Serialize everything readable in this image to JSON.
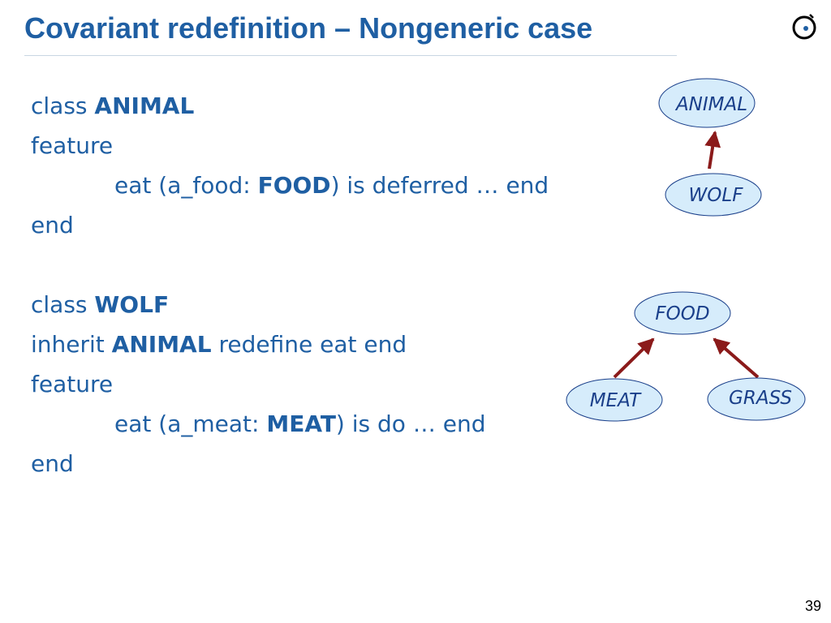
{
  "slide": {
    "title": "Covariant redefinition – Nongeneric case",
    "page_number": "39"
  },
  "code": {
    "l1_kw": "class ",
    "l1_name": "ANIMAL",
    "l2": "feature",
    "l3_pre": "eat (a_food: ",
    "l3_type": "FOOD",
    "l3_post": ") is deferred … end",
    "l4": "end",
    "l6_kw": "class ",
    "l6_name": "WOLF",
    "l7_kw": "inherit ",
    "l7_name": "ANIMAL",
    "l7_post": " redefine eat end",
    "l8": "feature",
    "l9_pre": "eat (a_meat: ",
    "l9_type": "MEAT",
    "l9_post": ") is do … end",
    "l10": "end"
  },
  "diagram": {
    "animal": "ANIMAL",
    "wolf": "WOLF",
    "food": "FOOD",
    "meat": "MEAT",
    "grass": "GRASS"
  },
  "colors": {
    "title": "#1f5fa3",
    "node_fill": "#d6ecfb",
    "arrow": "#8b1a1a"
  }
}
